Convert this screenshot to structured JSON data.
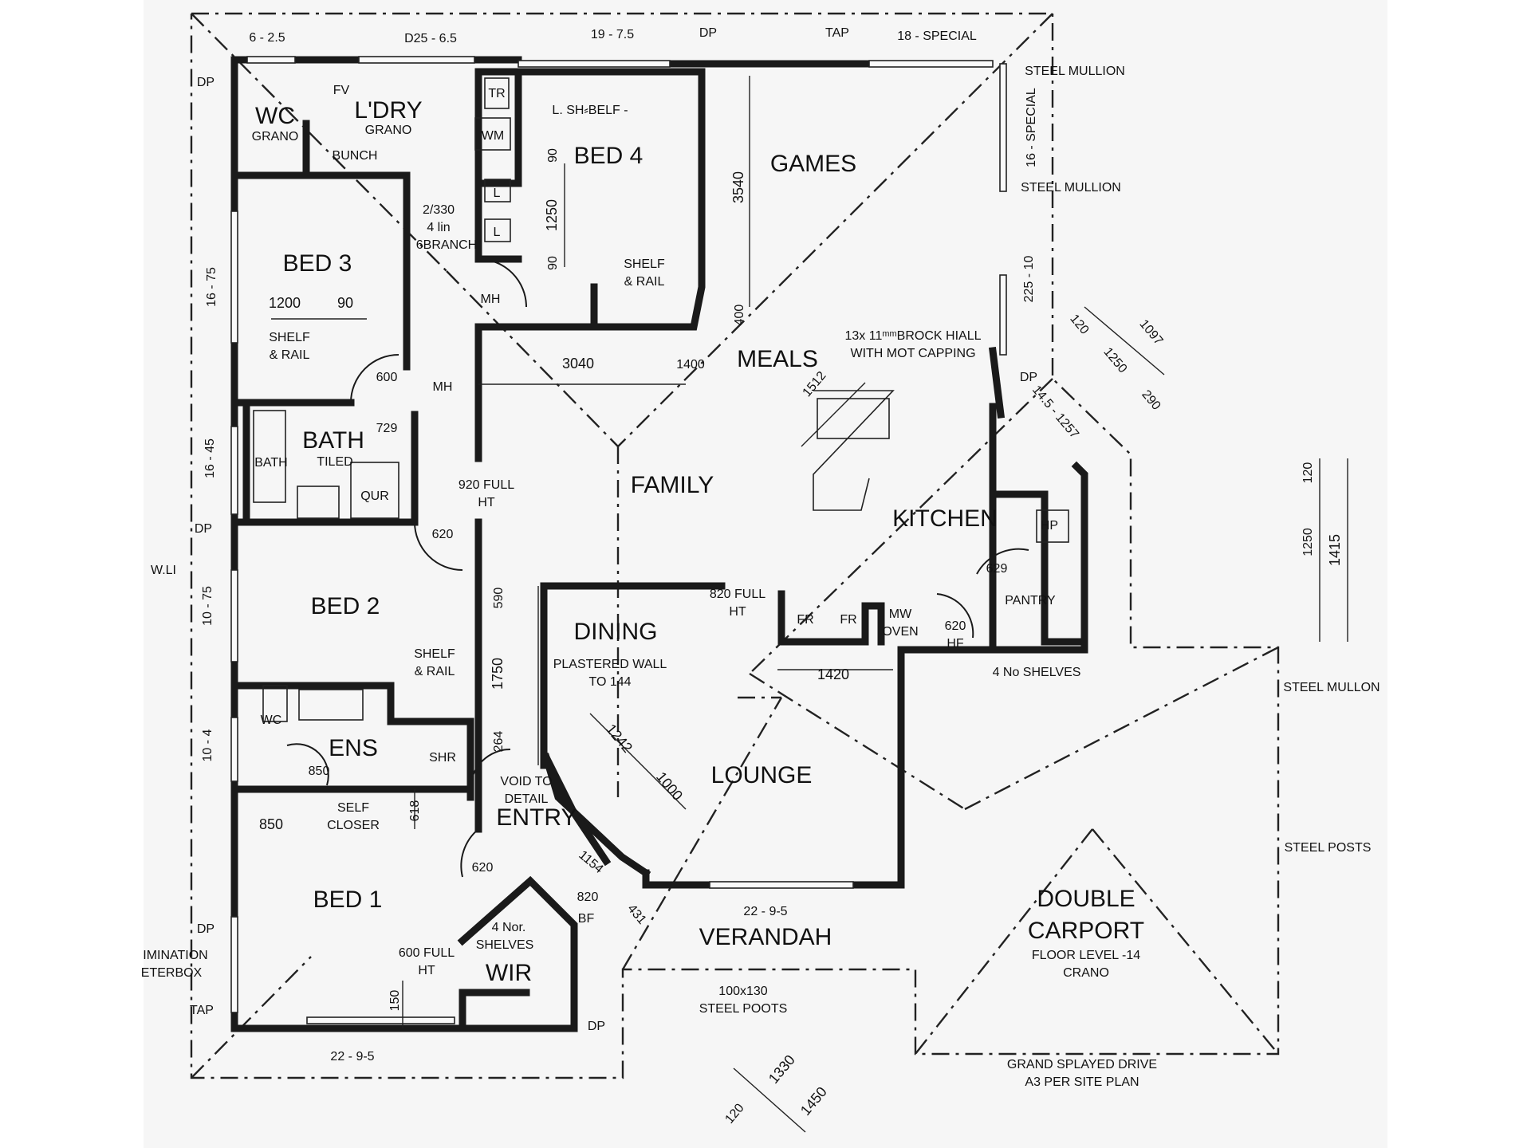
{
  "rooms": {
    "games": "GAMES",
    "bed4": "BED 4",
    "ldry": "L'DRY",
    "wc": "WC",
    "bed3": "BED 3",
    "bath": "BATH",
    "family": "FAMILY",
    "meals": "MEALS",
    "kitchen": "KITCHEN",
    "bed2": "BED 2",
    "dining": "DINING",
    "lounge": "LOUNGE",
    "ens": "ENS",
    "entry": "ENTRY",
    "bed1": "BED 1",
    "wir": "WIR",
    "verandah": "VERANDAH",
    "carport_1": "DOUBLE",
    "carport_2": "CARPORT"
  },
  "labels": {
    "grano_wc": "GRANO",
    "grano_ldry": "GRANO",
    "bunch": "BUNCH",
    "fv": "FV",
    "tr": "TR",
    "wm": "WM",
    "l_upper": "L",
    "l_lower": "L",
    "shelf_note": "L. SH⸗BELF -",
    "branch_1": "2/330",
    "branch_2": "4 lin",
    "branch_3": "6BRANCH",
    "mh_1": "MH",
    "mh_2": "MH",
    "shelf_rail_bed4_1": "SHELF",
    "shelf_rail_bed4_2": "& RAIL",
    "shelf_rail_bed3_1": "SHELF",
    "shelf_rail_bed3_2": "& RAIL",
    "shelf_rail_bed2_1": "SHELF",
    "shelf_rail_bed2_2": "& RAIL",
    "bath_small": "BATH",
    "tiled": "TILED",
    "qur": "QUR",
    "full_ht_1a": "920 FULL",
    "full_ht_1b": "HT",
    "full_ht_2a": "820 FULL",
    "full_ht_2b": "HT",
    "full_ht_3a": "600 FULL",
    "full_ht_3b": "HT",
    "brock_1": "13x  11ᵐᵐBROCK HIALL",
    "brock_2": "WITH MOT CAPPING",
    "hp": "HP",
    "pantry": "PANTRY",
    "fr_1": "FR",
    "fr_2": "FR",
    "mw_1": "MW",
    "mw_2": "OVEN",
    "hf_1": "620",
    "hf_2": "HF",
    "shelves_4": "4 No SHELVES",
    "plastered_1": "PLASTERED WALL",
    "plastered_2": "TO 144",
    "wc_ens": "WC",
    "shr": "SHR",
    "self_closer_1": "SELF",
    "self_closer_2": "CLOSER",
    "void_1": "VOID TO",
    "void_2": "DETAIL",
    "wir_sh_1": "4 Nor.",
    "wir_sh_2": "SHELVES",
    "bf": "BF",
    "steel_poots_1": "100x130",
    "steel_poots_2": "STEEL POOTS",
    "floor_level": "FLOOR LEVEL -14",
    "crano": "CRANO",
    "drive_1": "GRAND SPLAYED DRIVE",
    "drive_2": "A3 PER SITE PLAN",
    "steel_mullion_1": "STEEL MULLION",
    "steel_mullion_2": "STEEL MULLION",
    "steel_mullon": "STEEL MULLON",
    "steel_posts": "STEEL POSTS",
    "special_16": "16 - SPECIAL",
    "special_18": "18 - SPECIAL",
    "dp_1": "DP",
    "dp_2": "DP",
    "dp_3": "DP",
    "dp_4": "DP",
    "dp_5": "DP",
    "dp_6": "DP",
    "tap_top": "TAP",
    "tap_bottom": "TAP",
    "wli": "W.LI",
    "illumination": "IMINATION",
    "meterbox": "ETERBOX"
  },
  "dimensions": {
    "top_1": "6 - 2.5",
    "top_2": "D25 - 6.5",
    "top_3": "19 - 7.5",
    "left_1": "16 - 75",
    "left_2": "16 - 45",
    "left_3": "10 - 75",
    "left_4": "10 - 4",
    "right_1": "225 - 10",
    "bottom_1": "22 - 9-5",
    "verandah": "22 - 9-5",
    "d_3540": "3540",
    "d_1250_bed4": "1250",
    "d_90_a": "90",
    "d_90_b": "90",
    "d_400": "400",
    "d_1200": "1200",
    "d_90_c": "90",
    "d_600": "600",
    "d_729": "729",
    "d_3040": "3040",
    "d_1400": "1400",
    "d_1512": "1512",
    "d_120_a": "120",
    "d_1097": "1097",
    "d_1250_a": "1250",
    "d_290": "290",
    "d_145": "14.5 - 1257",
    "d_620_a": "620",
    "d_629": "629",
    "d_590": "590",
    "d_1750": "1750",
    "d_264": "264",
    "d_1420": "1420",
    "d_1242": "1242",
    "d_1000": "1000",
    "d_850_a": "850",
    "d_850_b": "850",
    "d_618": "618",
    "d_620_b": "620",
    "d_1154": "1154",
    "d_820": "820",
    "d_431": "431",
    "d_150": "150",
    "d_120_r": "120",
    "d_1250_r": "1250",
    "d_1415": "1415",
    "d_1330": "1330",
    "d_1450": "1450",
    "d_120_b": "120"
  }
}
